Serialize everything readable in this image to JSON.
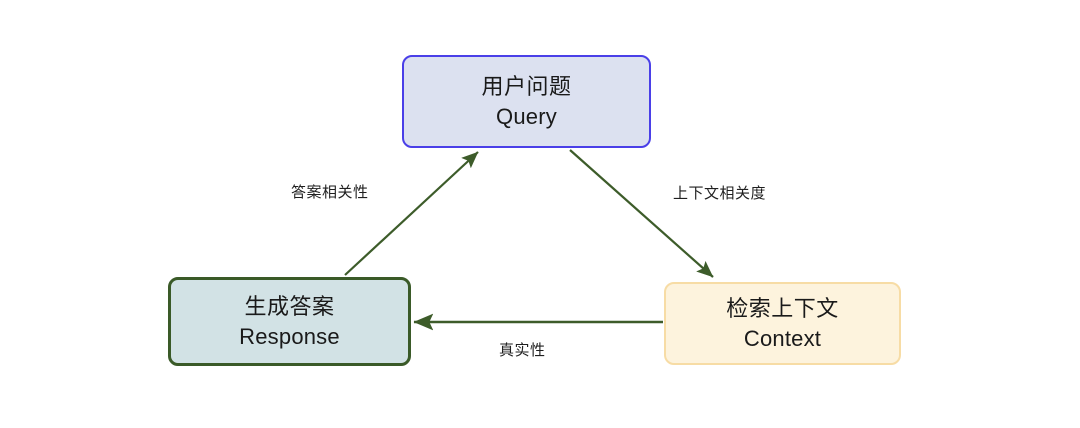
{
  "diagram": {
    "type": "cycle-flow",
    "nodes": [
      {
        "id": "query",
        "title_cn": "用户问题",
        "title_en": "Query",
        "fill": "#dce1f0",
        "border": "#4a3fe8"
      },
      {
        "id": "response",
        "title_cn": "生成答案",
        "title_en": "Response",
        "fill": "#d2e2e5",
        "border": "#3a5a28"
      },
      {
        "id": "context",
        "title_cn": "检索上下文",
        "title_en": "Context",
        "fill": "#fdf3dd",
        "border": "#f7dca5"
      }
    ],
    "edges": [
      {
        "id": "response-to-query",
        "label": "答案相关性",
        "from": "response",
        "to": "query",
        "color": "#3d5c2a"
      },
      {
        "id": "query-to-context",
        "label": "上下文相关度",
        "from": "query",
        "to": "context",
        "color": "#3d5c2a"
      },
      {
        "id": "context-to-response",
        "label": "真实性",
        "from": "context",
        "to": "response",
        "color": "#3d5c2a"
      }
    ]
  }
}
